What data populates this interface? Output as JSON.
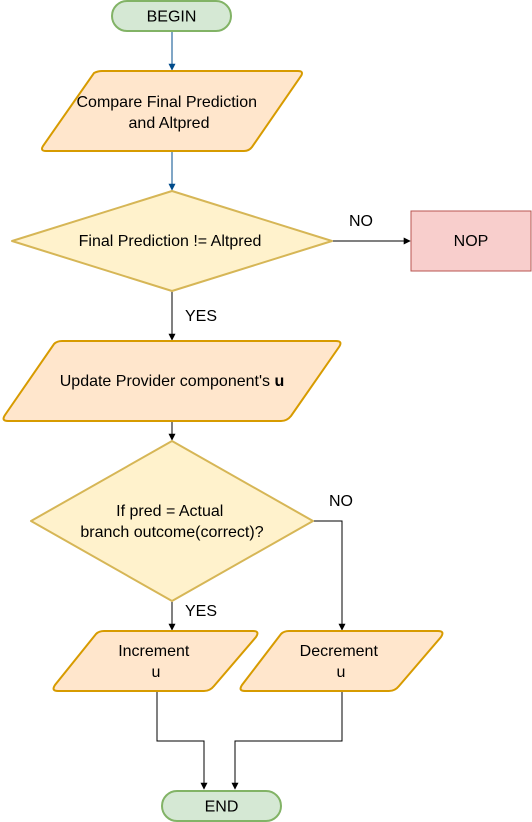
{
  "nodes": {
    "begin": {
      "label": "BEGIN"
    },
    "compare": {
      "line1": "Compare Final Prediction",
      "line2": "and Altpred"
    },
    "decision1": {
      "label": "Final Prediction != Altpred"
    },
    "nop": {
      "label": "NOP"
    },
    "update": {
      "text": "Update Provider component's ",
      "bold": "u"
    },
    "decision2": {
      "line1": "If pred = Actual",
      "line2": "branch outcome(correct)?"
    },
    "increment": {
      "line1": "Increment",
      "line2": "u"
    },
    "decrement": {
      "line1": "Decrement",
      "line2": "u"
    },
    "end": {
      "label": "END"
    }
  },
  "edges": {
    "d1_no": "NO",
    "d1_yes": "YES",
    "d2_no": "NO",
    "d2_yes": "YES"
  },
  "colors": {
    "terminal_fill": "#d5e8d4",
    "terminal_stroke": "#82b366",
    "process_fill": "#ffe6cc",
    "process_stroke": "#d79b00",
    "decision_fill": "#fff2cc",
    "decision_stroke": "#d6b656",
    "nop_fill": "#f8cecc",
    "nop_stroke": "#b85450",
    "arrow_blue": "#004c8c",
    "arrow_black": "#000000"
  }
}
